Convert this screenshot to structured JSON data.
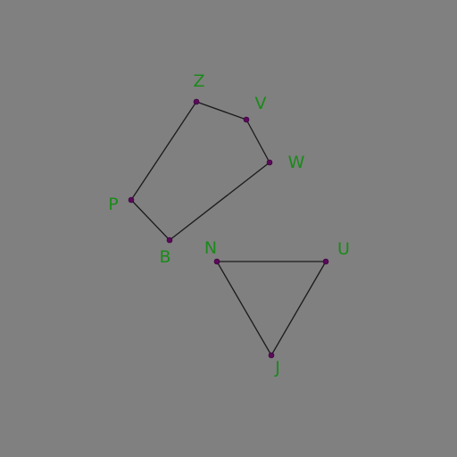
{
  "diagram": {
    "background": "#808080",
    "edge_color": "#1a1a1a",
    "vertex_color": "#5a0a5a",
    "label_color": "#1a8a1a",
    "shapes": [
      {
        "name": "pentagon",
        "vertices": [
          "Z",
          "V",
          "W",
          "B",
          "P"
        ]
      },
      {
        "name": "triangle",
        "vertices": [
          "N",
          "U",
          "J"
        ]
      }
    ],
    "points": [
      {
        "label": "Z"
      },
      {
        "label": "V"
      },
      {
        "label": "W"
      },
      {
        "label": "B"
      },
      {
        "label": "P"
      },
      {
        "label": "N"
      },
      {
        "label": "U"
      },
      {
        "label": "J"
      }
    ]
  }
}
